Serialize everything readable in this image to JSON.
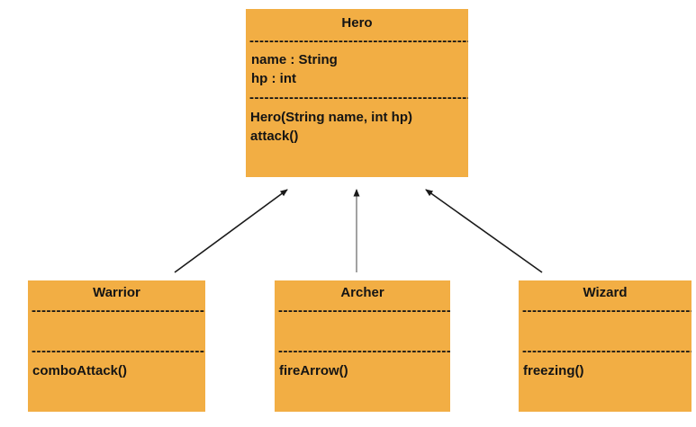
{
  "diagram": {
    "kind": "uml-class-diagram",
    "box_fill_color": "#F2AE44",
    "text_color": "#141414",
    "arrow_color": "#1a1a1a",
    "middle_arrow_line_color": "#8a8a8a",
    "separator": "------------------------------------------------------",
    "classes": {
      "hero": {
        "name": "Hero",
        "attributes": {
          "0": "name : String",
          "1": "hp : int"
        },
        "methods": {
          "0": "Hero(String name, int hp)",
          "1": "attack()"
        }
      },
      "warrior": {
        "name": "Warrior",
        "methods": {
          "0": "comboAttack()"
        }
      },
      "archer": {
        "name": "Archer",
        "methods": {
          "0": "fireArrow()"
        }
      },
      "wizard": {
        "name": "Wizard",
        "methods": {
          "0": "freezing()"
        }
      }
    },
    "relations": {
      "0": {
        "from": "Warrior",
        "to": "Hero",
        "type": "inheritance-arrow"
      },
      "1": {
        "from": "Archer",
        "to": "Hero",
        "type": "inheritance-arrow"
      },
      "2": {
        "from": "Wizard",
        "to": "Hero",
        "type": "inheritance-arrow"
      }
    }
  }
}
